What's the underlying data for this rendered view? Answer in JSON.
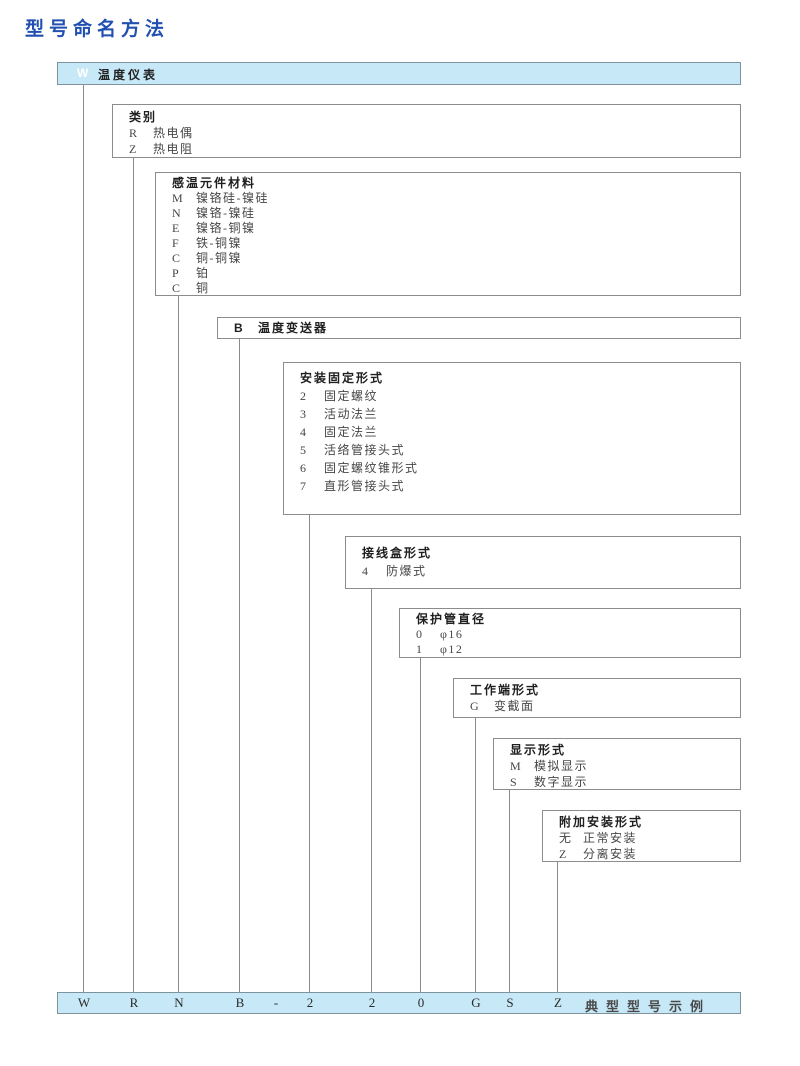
{
  "page_title": "型号命名方法",
  "header": {
    "code": "W",
    "label": "温度仪表"
  },
  "boxes": [
    {
      "id": "category",
      "title": "类别",
      "items": [
        {
          "code": "R",
          "label": "热电偶"
        },
        {
          "code": "Z",
          "label": "热电阻"
        }
      ]
    },
    {
      "id": "sensor-material",
      "title": "感温元件材料",
      "items": [
        {
          "code": "M",
          "label": "镍铬硅-镍硅"
        },
        {
          "code": "N",
          "label": "镍铬-镍硅"
        },
        {
          "code": "E",
          "label": "镍铬-铜镍"
        },
        {
          "code": "F",
          "label": "铁-铜镍"
        },
        {
          "code": "C",
          "label": "铜-铜镍"
        },
        {
          "code": "P",
          "label": "铂"
        },
        {
          "code": "C",
          "label": "铜"
        }
      ]
    },
    {
      "id": "transmitter",
      "title_code": "B",
      "title": "温度变送器",
      "items": []
    },
    {
      "id": "mounting",
      "title": "安装固定形式",
      "items": [
        {
          "code": "2",
          "label": "固定螺纹"
        },
        {
          "code": "3",
          "label": "活动法兰"
        },
        {
          "code": "4",
          "label": "固定法兰"
        },
        {
          "code": "5",
          "label": "活络管接头式"
        },
        {
          "code": "6",
          "label": "固定螺纹锥形式"
        },
        {
          "code": "7",
          "label": "直形管接头式"
        }
      ]
    },
    {
      "id": "junction-box",
      "title": "接线盒形式",
      "items": [
        {
          "code": "4",
          "label": "防爆式"
        }
      ]
    },
    {
      "id": "tube-diameter",
      "title": "保护管直径",
      "items": [
        {
          "code": "0",
          "label": "φ16"
        },
        {
          "code": "1",
          "label": "φ12"
        }
      ]
    },
    {
      "id": "working-end",
      "title": "工作端形式",
      "items": [
        {
          "code": "G",
          "label": "变截面"
        }
      ]
    },
    {
      "id": "display",
      "title": "显示形式",
      "items": [
        {
          "code": "M",
          "label": "模拟显示"
        },
        {
          "code": "S",
          "label": "数字显示"
        }
      ]
    },
    {
      "id": "additional-mounting",
      "title": "附加安装形式",
      "items": [
        {
          "code": "无",
          "label": "正常安装"
        },
        {
          "code": "Z",
          "label": "分离安装"
        }
      ]
    }
  ],
  "model_bar": {
    "codes": [
      "W",
      "R",
      "N",
      "B",
      "-",
      "2",
      "2",
      "0",
      "G",
      "S",
      "Z"
    ],
    "caption": "典型型号示例"
  },
  "colors": {
    "accent_blue": "#c7e9f7",
    "title_blue": "#2150b0",
    "box_border_gray": "#8c8c8c",
    "connector_gray": "#8a8a8a"
  }
}
